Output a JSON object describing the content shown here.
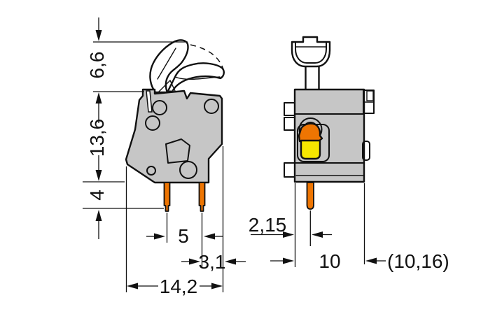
{
  "meta": {
    "type": "technical-dimension-drawing",
    "subject": "PCB terminal block with push-button lever, side view and front view"
  },
  "colors": {
    "background": "#ffffff",
    "line": "#111111",
    "housing_gray": "#c6c6c6",
    "lever_white": "#ffffff",
    "pin_orange": "#ee7502",
    "actuator_orange": "#ee7502",
    "button_yellow": "#f6e600"
  },
  "dims": {
    "lever_height": "6,6",
    "housing_height": "13,6",
    "pin_length": "4",
    "pin_pitch": "5",
    "pin_to_edge": "3,1",
    "total_depth": "14,2",
    "pin_offset": "2,15",
    "front_width": "10",
    "front_alt_width": "(10,16)"
  }
}
